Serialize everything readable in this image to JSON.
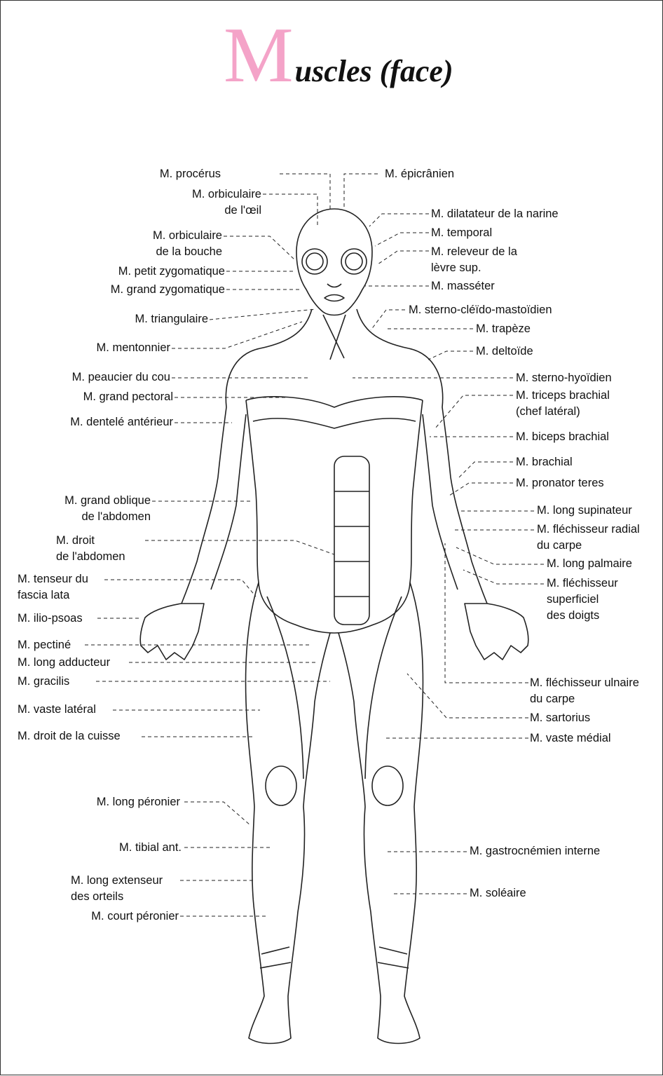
{
  "title": {
    "initial": "M",
    "rest": "uscles (face)"
  },
  "colors": {
    "title_initial": "#f4a3c8",
    "line": "#222222"
  },
  "labels_left": [
    {
      "id": "procerus",
      "line1": "M. procérus",
      "line2": ""
    },
    {
      "id": "orbiculaire-oeil",
      "line1": "M. orbiculaire",
      "line2": "de l'œil"
    },
    {
      "id": "orbiculaire-bouche",
      "line1": "M. orbiculaire",
      "line2": "de la bouche"
    },
    {
      "id": "petit-zygomatique",
      "line1": "M. petit zygomatique",
      "line2": ""
    },
    {
      "id": "grand-zygomatique",
      "line1": "M. grand zygomatique",
      "line2": ""
    },
    {
      "id": "triangulaire",
      "line1": "M. triangulaire",
      "line2": ""
    },
    {
      "id": "mentonnier",
      "line1": "M. mentonnier",
      "line2": ""
    },
    {
      "id": "peaucier-cou",
      "line1": "M. peaucier du cou",
      "line2": ""
    },
    {
      "id": "grand-pectoral",
      "line1": "M. grand pectoral",
      "line2": ""
    },
    {
      "id": "dentele-anterieur",
      "line1": "M. dentelé antérieur",
      "line2": ""
    },
    {
      "id": "grand-oblique",
      "line1": "M. grand oblique",
      "line2": "de l'abdomen"
    },
    {
      "id": "droit-abdomen",
      "line1": "M. droit",
      "line2": "de l'abdomen"
    },
    {
      "id": "tenseur-fascia",
      "line1": "M. tenseur du",
      "line2": "fascia lata"
    },
    {
      "id": "ilio-psoas",
      "line1": "M. ilio-psoas",
      "line2": ""
    },
    {
      "id": "pectine",
      "line1": "M. pectiné",
      "line2": ""
    },
    {
      "id": "long-adducteur",
      "line1": "M. long adducteur",
      "line2": ""
    },
    {
      "id": "gracilis",
      "line1": "M. gracilis",
      "line2": ""
    },
    {
      "id": "vaste-lateral",
      "line1": "M. vaste latéral",
      "line2": ""
    },
    {
      "id": "droit-cuisse",
      "line1": "M. droit de la cuisse",
      "line2": ""
    },
    {
      "id": "long-peronier",
      "line1": "M. long péronier",
      "line2": ""
    },
    {
      "id": "tibial-ant",
      "line1": "M. tibial ant.",
      "line2": ""
    },
    {
      "id": "long-extenseur",
      "line1": "M. long extenseur",
      "line2": "des orteils"
    },
    {
      "id": "court-peronier",
      "line1": "M. court péronier",
      "line2": ""
    }
  ],
  "labels_right": [
    {
      "id": "epicranien",
      "line1": "M. épicrânien",
      "line2": ""
    },
    {
      "id": "dilatateur-narine",
      "line1": "M. dilatateur de la narine",
      "line2": ""
    },
    {
      "id": "temporal",
      "line1": "M. temporal",
      "line2": ""
    },
    {
      "id": "releveur-levre",
      "line1": "M. releveur de la",
      "line2": "lèvre sup."
    },
    {
      "id": "masseter",
      "line1": "M. masséter",
      "line2": ""
    },
    {
      "id": "sterno-cleido",
      "line1": "M. sterno-cléïdo-mastoïdien",
      "line2": ""
    },
    {
      "id": "trapeze",
      "line1": "M. trapèze",
      "line2": ""
    },
    {
      "id": "deltoide",
      "line1": "M. deltoïde",
      "line2": ""
    },
    {
      "id": "sterno-hyoidien",
      "line1": "M. sterno-hyoïdien",
      "line2": ""
    },
    {
      "id": "triceps",
      "line1": "M. triceps brachial",
      "line2": "(chef latéral)"
    },
    {
      "id": "biceps",
      "line1": "M. biceps brachial",
      "line2": ""
    },
    {
      "id": "brachial",
      "line1": "M. brachial",
      "line2": ""
    },
    {
      "id": "pronator",
      "line1": "M. pronator teres",
      "line2": ""
    },
    {
      "id": "long-supinateur",
      "line1": "M. long supinateur",
      "line2": ""
    },
    {
      "id": "flechisseur-radial",
      "line1": "M. fléchisseur radial",
      "line2": "du carpe"
    },
    {
      "id": "long-palmaire",
      "line1": "M. long palmaire",
      "line2": ""
    },
    {
      "id": "flechisseur-superficiel",
      "line1": "M. fléchisseur",
      "line2": "superficiel",
      "line3": "des doigts"
    },
    {
      "id": "flechisseur-ulnaire",
      "line1": "M. fléchisseur ulnaire",
      "line2": "du carpe"
    },
    {
      "id": "sartorius",
      "line1": "M. sartorius",
      "line2": ""
    },
    {
      "id": "vaste-medial",
      "line1": "M. vaste médial",
      "line2": ""
    },
    {
      "id": "gastrocnemien",
      "line1": "M. gastrocnémien interne",
      "line2": ""
    },
    {
      "id": "soleaire",
      "line1": "M. soléaire",
      "line2": ""
    }
  ]
}
